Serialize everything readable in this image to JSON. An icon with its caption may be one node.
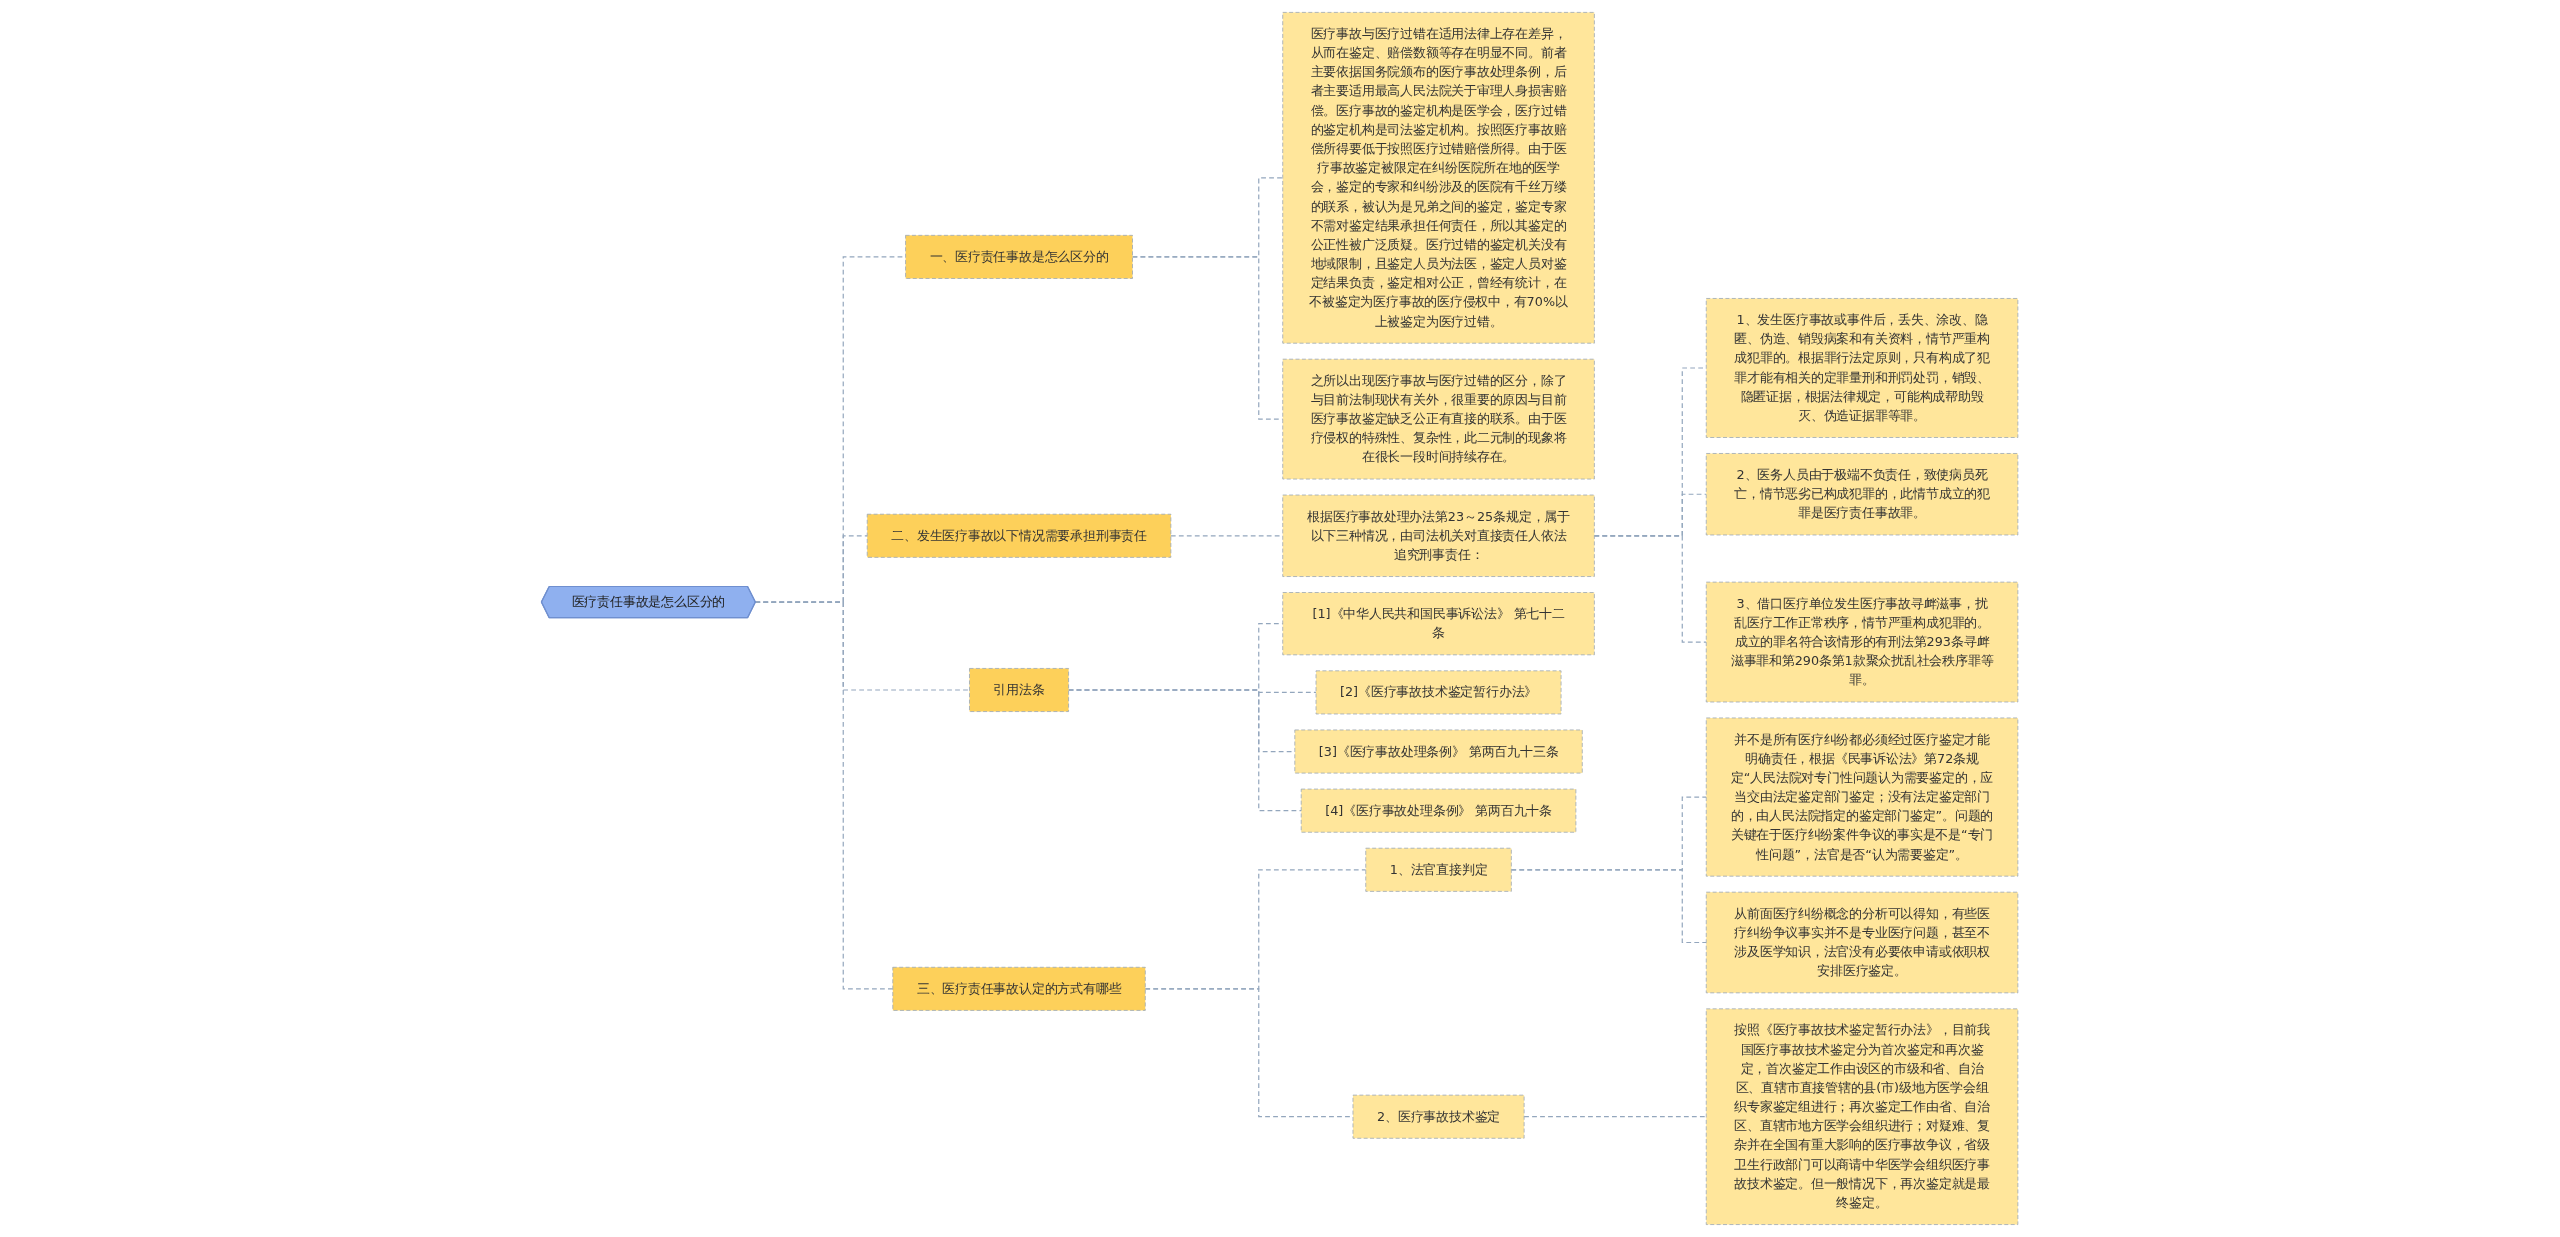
{
  "diagram": {
    "nodes": [
      {
        "text": [
          "医疗责任事故是怎么区分的"
        ]
      },
      {
        "text": [
          "一、医疗责任事故是怎么区分的"
        ]
      },
      {
        "text": [
          "医疗事故与医疗过错在适用法律上存在差异，从而在鉴定、赔偿数额等存在明显不同。前者主要依据国务院颁布的医疗事故处理条例，后者主要适用最高人民法院关于审理人身损害赔偿。医疗事故的鉴定机构是医学会，医疗过错的鉴定机构是司法鉴定机构。按照医疗事故赔偿所得要低于按照医疗过错赔偿所得。由于医疗事故鉴定被限定在纠纷医院所在地的医学会，鉴定的专家和纠纷涉及的医院有千丝万缕的联系，被认为是兄弟之间的鉴定，鉴定专家不需对鉴定结果承担任何责任，所以其鉴定的公正性被广泛质疑。医疗过错的鉴定机关没有地域限制，且鉴定人员为法医，鉴定人员对鉴定结果负责，鉴定相对公正，曾经有统计，在不被鉴定为医疗事故的医疗侵权中，有70%以上被鉴定为医疗过错。"
        ]
      },
      {
        "text": [
          "之所以出现医疗事故与医疗过错的区分，除了与目前法制现状有关外，很重要的原因与目前医疗事故鉴定缺乏公正有直接的联系。由于医疗侵权的特殊性、复杂性，此二元制的现象将在很长一段时间持续存在。"
        ]
      },
      {
        "text": [
          "二、发生医疗事故以下情况需要承担刑事责任"
        ]
      },
      {
        "text": [
          "根据医疗事故处理办法第23～25条规定，属于以下三种情况，由司法机关对直接责任人依法追究刑事责任："
        ]
      },
      {
        "text": [
          "1、发生医疗事故或事件后，丢失、涂改、隐匿、伪造、销毁病案和有关资料，情节严重构成犯罪的。根据罪行法定原则，只有构成了犯罪才能有相关的定罪量刑和刑罚处罚，销毁、隐匿证据，根据法律规定，可能构成帮助毁灭、伪造证据罪等罪。"
        ]
      },
      {
        "text": [
          "2、医务人员由于极端不负责任，致使病员死亡，情节恶劣已构成犯罪的，此情节成立的犯罪是医疗责任事故罪。"
        ]
      },
      {
        "text": [
          "3、借口医疗单位发生医疗事故寻衅滋事，扰乱医疗工作正常秩序，情节严重构成犯罪的。成立的罪名符合该情形的有刑法第293条寻衅滋事罪和第290条第1款聚众扰乱社会秩序罪等罪。"
        ]
      },
      {
        "text": [
          "引用法条"
        ]
      },
      {
        "text": [
          "[1]《中华人民共和国民事诉讼法》 第七十二条"
        ]
      },
      {
        "text": [
          "[2]《医疗事故技术鉴定暂行办法》"
        ]
      },
      {
        "text": [
          "[3]《医疗事故处理条例》 第两百九十三条"
        ]
      },
      {
        "text": [
          "[4]《医疗事故处理条例》 第两百九十条"
        ]
      },
      {
        "text": [
          "三、医疗责任事故认定的方式有哪些"
        ]
      },
      {
        "text": [
          "1、法官直接判定"
        ]
      },
      {
        "text": [
          "并不是所有医疗纠纷都必须经过医疗鉴定才能明确责任，根据《民事诉讼法》第72条规定“人民法院对专门性问题认为需要鉴定的，应当交由法定鉴定部门鉴定；没有法定鉴定部门的，由人民法院指定的鉴定部门鉴定”。问题的关键在于医疗纠纷案件争议的事实是不是“专门性问题”，法官是否“认为需要鉴定”。"
        ]
      },
      {
        "text": [
          "从前面医疗纠纷概念的分析可以得知，有些医疗纠纷争议事实并不是专业医疗问题，甚至不涉及医学知识，法官没有必要依申请或依职权安排医疗鉴定。"
        ]
      },
      {
        "text": [
          "2、医疗事故技术鉴定"
        ]
      },
      {
        "text": [
          "按照《医疗事故技术鉴定暂行办法》，目前我国医疗事故技术鉴定分为首次鉴定和再次鉴定，首次鉴定工作由设区的市级和省、自治区、直辖市直接管辖的县(市)级地方医学会组织专家鉴定组进行；再次鉴定工作由省、自治区、直辖市地方医学会组织进行；对疑难、复杂并在全国有重大影响的医疗事故争议，省级卫生行政部门可以商请中华医学会组织医疗事故技术鉴定。但一般情况下，再次鉴定就是最终鉴定。"
        ]
      }
    ],
    "edges": [
      {
        "from": 0,
        "to": 1,
        "arrow": "none",
        "style": "dashed"
      },
      {
        "from": 1,
        "to": 2,
        "arrow": "none",
        "style": "dashed"
      },
      {
        "from": 1,
        "to": 3,
        "arrow": "none",
        "style": "dashed"
      },
      {
        "from": 0,
        "to": 4,
        "arrow": "none",
        "style": "dashed"
      },
      {
        "from": 4,
        "to": 5,
        "arrow": "none",
        "style": "dashed"
      },
      {
        "from": 5,
        "to": 6,
        "arrow": "none",
        "style": "dashed"
      },
      {
        "from": 5,
        "to": 7,
        "arrow": "none",
        "style": "dashed"
      },
      {
        "from": 5,
        "to": 8,
        "arrow": "none",
        "style": "dashed"
      },
      {
        "from": 0,
        "to": 9,
        "arrow": "none",
        "style": "dashed"
      },
      {
        "from": 9,
        "to": 10,
        "arrow": "none",
        "style": "dashed"
      },
      {
        "from": 9,
        "to": 11,
        "arrow": "none",
        "style": "dashed"
      },
      {
        "from": 9,
        "to": 12,
        "arrow": "none",
        "style": "dashed"
      },
      {
        "from": 9,
        "to": 13,
        "arrow": "none",
        "style": "dashed"
      },
      {
        "from": 0,
        "to": 14,
        "arrow": "none",
        "style": "dashed"
      },
      {
        "from": 14,
        "to": 15,
        "arrow": "none",
        "style": "dashed"
      },
      {
        "from": 15,
        "to": 16,
        "arrow": "none",
        "style": "dashed"
      },
      {
        "from": 15,
        "to": 17,
        "arrow": "none",
        "style": "dashed"
      },
      {
        "from": 14,
        "to": 18,
        "arrow": "none",
        "style": "dashed"
      },
      {
        "from": 18,
        "to": 19,
        "arrow": "none",
        "style": "dashed"
      }
    ]
  }
}
